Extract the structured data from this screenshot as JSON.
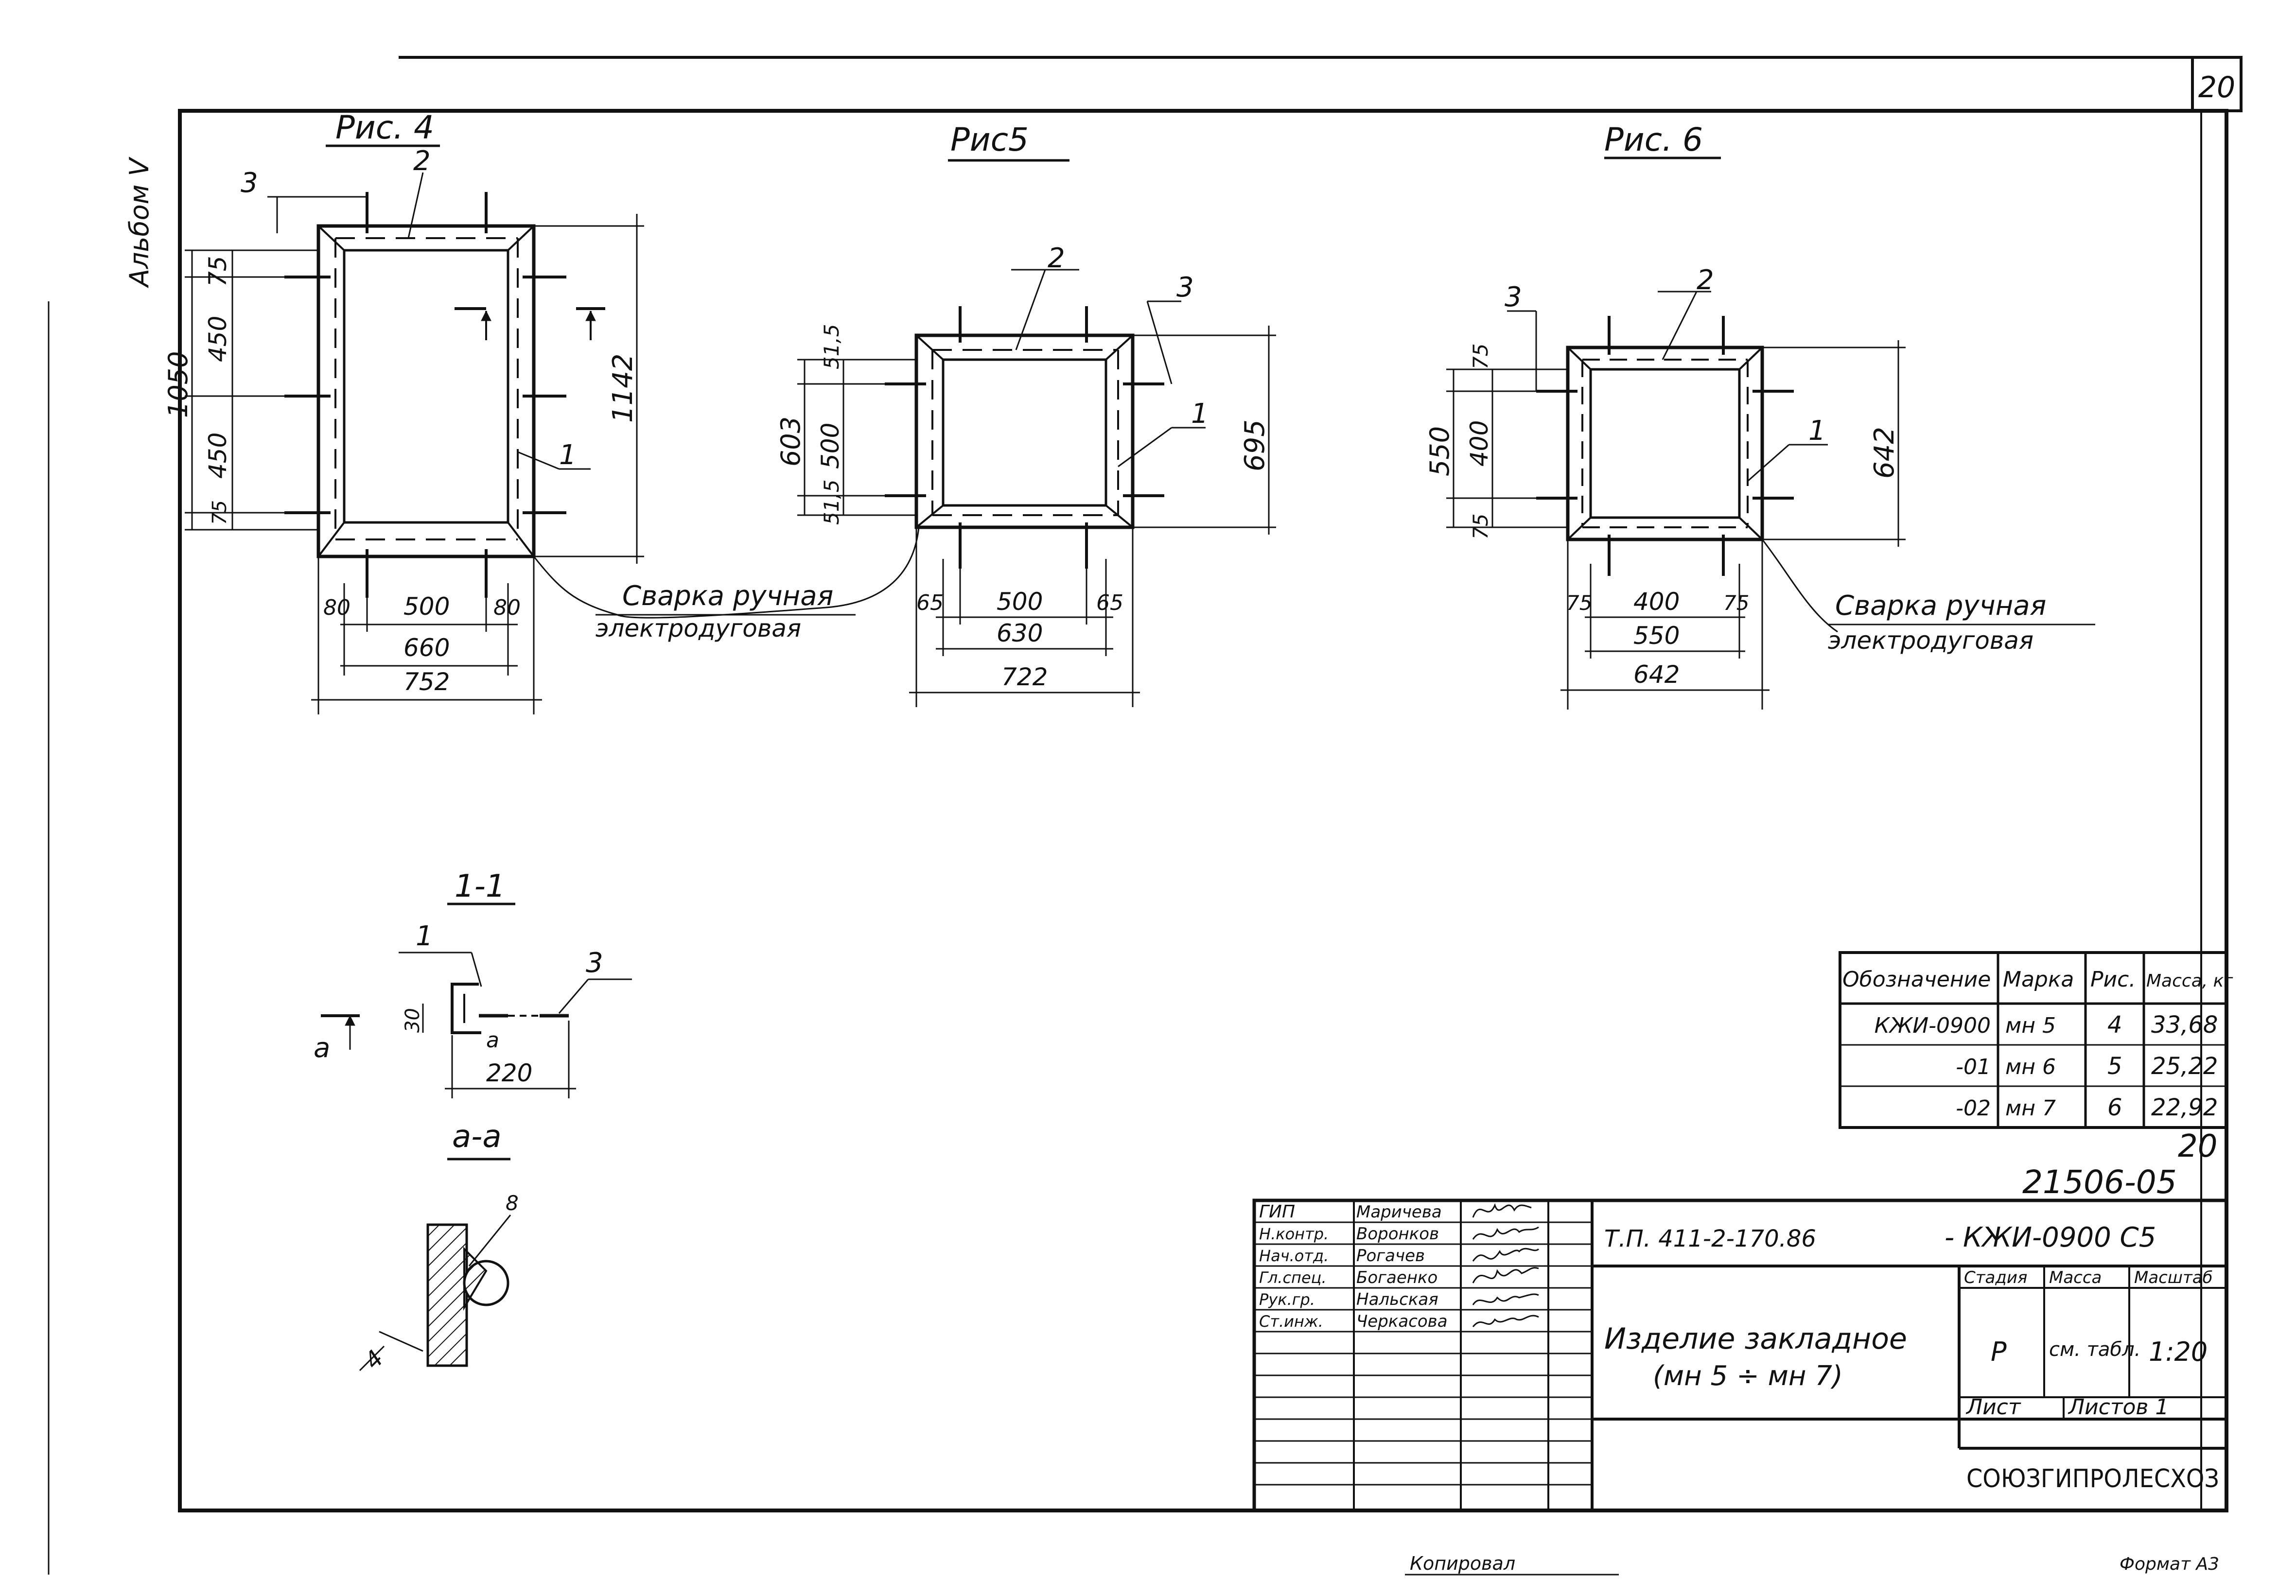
{
  "sheet_number": "20",
  "album": "Альбом V",
  "footer_signature_left": "Копировал",
  "footer_signature_right": "Формат А3",
  "figures": [
    {
      "title": "Рис. 4",
      "callouts": {
        "c1": "1",
        "c2": "2",
        "c3": "3"
      },
      "dims": {
        "left_a": "75",
        "left_b": "450",
        "left_c": "450",
        "left_d": "75",
        "left_total": "1050",
        "right_total": "1142",
        "bottom_a": "80",
        "bottom_b": "500",
        "bottom_c": "80",
        "bottom_mid": "660",
        "bottom_total": "752"
      }
    },
    {
      "title": "Рис5",
      "callouts": {
        "c1": "1",
        "c2": "2",
        "c3": "3"
      },
      "dims": {
        "left_a": "51,5",
        "left_b": "500",
        "left_c": "51,5",
        "left_total": "603",
        "right_total": "695",
        "bottom_a": "65",
        "bottom_b": "500",
        "bottom_c": "65",
        "bottom_mid": "630",
        "bottom_total": "722"
      }
    },
    {
      "title": "Рис. 6",
      "callouts": {
        "c1": "1",
        "c2": "2",
        "c3": "3"
      },
      "dims": {
        "left_a": "75",
        "left_b": "400",
        "left_c": "75",
        "left_total": "550",
        "right_total": "642",
        "bottom_a": "75",
        "bottom_b": "400",
        "bottom_c": "75",
        "bottom_mid": "550",
        "bottom_total": "642"
      }
    }
  ],
  "weld_note": {
    "line1": "Сварка ручная",
    "line2": "электродуговая"
  },
  "section_11": {
    "title": "1-1",
    "callout_1": "1",
    "callout_3": "3",
    "dim_30": "30",
    "dim_220": "220",
    "label_a": "а",
    "label_a2": "а"
  },
  "section_aa": {
    "title": "а-а",
    "dim_8": "8",
    "dim_4": "4"
  },
  "spec_table": {
    "headers": [
      "Обозначение",
      "Марка",
      "Рис.",
      "Масса, кг"
    ],
    "rows": [
      [
        "КЖИ-0900",
        "мн 5",
        "4",
        "33,68"
      ],
      [
        "-01",
        "мн 6",
        "5",
        "25,22"
      ],
      [
        "-02",
        "мн 7",
        "6",
        "22,92"
      ]
    ],
    "after_note": "20"
  },
  "title_block": {
    "doc_code": "21506-05",
    "project": "Т.П. 411-2-170.86",
    "mark": "- КЖИ-0900 С5",
    "name_line1": "Изделие закладное",
    "name_line2": "(мн 5 ÷ мн 7)",
    "stage_label": "Стадия",
    "mass_label": "Масса",
    "scale_label": "Масштаб",
    "stage_value": "Р",
    "mass_value": "см. табл.",
    "scale_value": "1:20",
    "sheet_label": "Лист",
    "sheets_label": "Листов 1",
    "org": "СОЮЗГИПРОЛЕСХОЗ",
    "people": [
      {
        "role": "ГИП",
        "name": "Маричева"
      },
      {
        "role": "Н.контр.",
        "name": "Воронков"
      },
      {
        "role": "Нач.отд.",
        "name": "Рогачев"
      },
      {
        "role": "Гл.спец.",
        "name": "Богаенко"
      },
      {
        "role": "Рук.гр.",
        "name": "Нальская"
      },
      {
        "role": "Ст.инж.",
        "name": "Черкасова"
      }
    ]
  }
}
